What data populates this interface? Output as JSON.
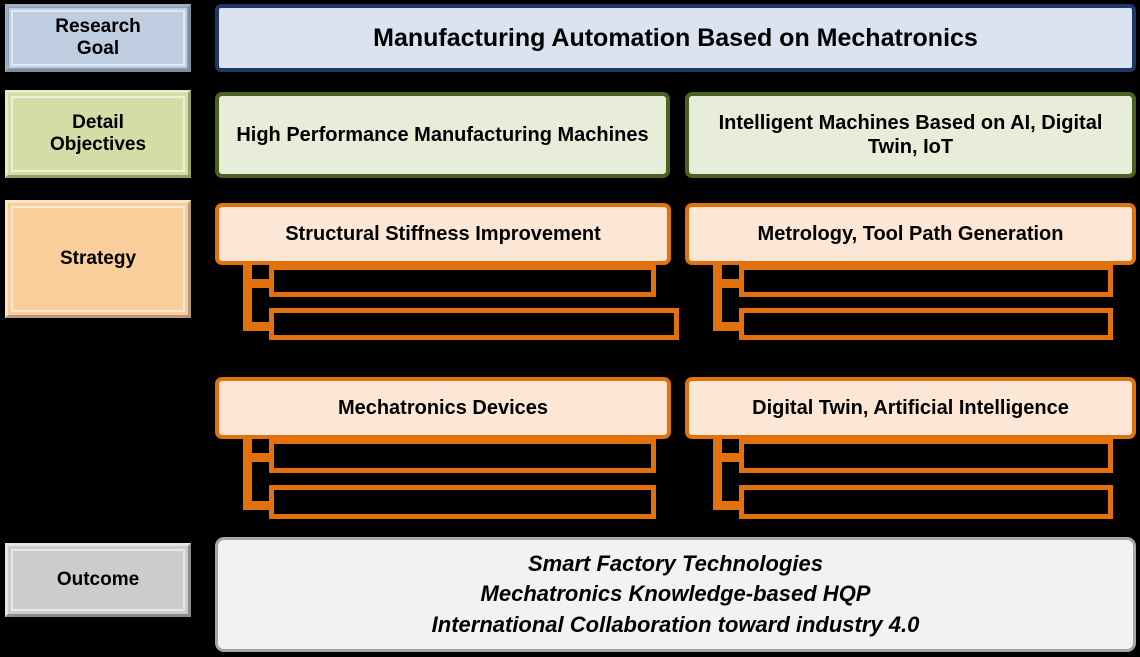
{
  "rows": {
    "research_goal": {
      "label": "Research\nGoal",
      "label_line1": "Research",
      "label_line2": "Goal",
      "title": "Manufacturing Automation Based on Mechatronics",
      "label_bg": "#BFCDE0",
      "box_bg": "#DCE3F0",
      "box_border": "#1F3864"
    },
    "detail_objectives": {
      "label_line1": "Detail",
      "label_line2": "Objectives",
      "label_bg": "#D2DEA6",
      "box_bg": "#E8EDD9",
      "box_border": "#4A6120",
      "items": [
        "High Performance Manufacturing Machines",
        "Intelligent Machines Based on AI, Digital Twin, IoT"
      ]
    },
    "strategy": {
      "label": "Strategy",
      "label_bg": "#F9CE9B",
      "box_bg": "#FCE6D5",
      "box_border": "#E2700D",
      "groups": [
        {
          "title": "Structural Stiffness Improvement",
          "subitems": [
            "",
            ""
          ]
        },
        {
          "title": "Metrology, Tool Path Generation",
          "subitems": [
            "",
            ""
          ]
        },
        {
          "title": "Mechatronics Devices",
          "subitems": [
            "",
            ""
          ]
        },
        {
          "title": "Digital Twin, Artificial Intelligence",
          "subitems": [
            "",
            ""
          ]
        }
      ]
    },
    "outcome": {
      "label": "Outcome",
      "label_bg": "#CCCCCC",
      "box_bg": "#F2F2F2",
      "box_border": "#A6A6A6",
      "lines": [
        "Smart Factory Technologies",
        "Mechatronics Knowledge-based HQP",
        "International Collaboration toward industry 4.0"
      ]
    }
  },
  "background": "#000000"
}
